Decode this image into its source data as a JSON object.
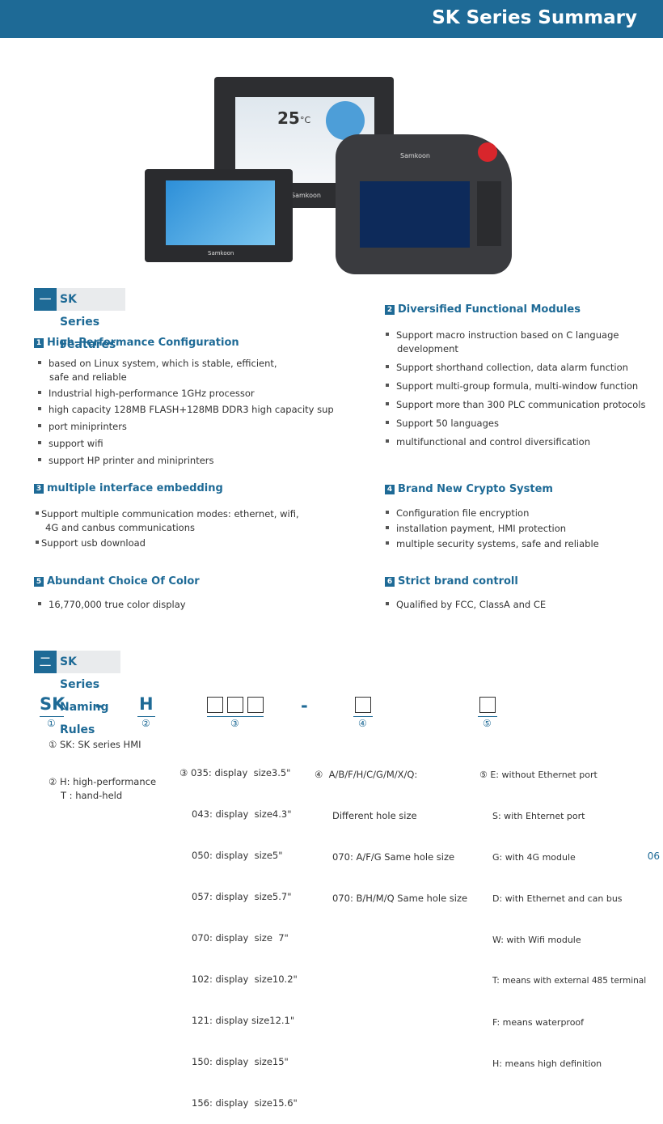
{
  "header": {
    "title": "SK Series Summary"
  },
  "devices": {
    "brand1": "Samkoon",
    "brand2": "Samkoon",
    "brand3": "Samkoon",
    "display_temp": "25"
  },
  "features": {
    "sec_num": "一",
    "sec_title": "SK Series Features",
    "s1": {
      "num": "1",
      "title": "High-Performance Configuration",
      "items": [
        {
          "line1": "based on Linux system, which is stable, efficient,",
          "line2": "safe and reliable"
        },
        {
          "line1": "Industrial high-performance 1GHz processor"
        },
        {
          "line1": "high capacity 128MB FLASH+128MB DDR3   high capacity sup"
        },
        {
          "line1": "port miniprinters"
        },
        {
          "line1": "support wifi"
        },
        {
          "line1": "support HP printer and miniprinters"
        }
      ]
    },
    "s2": {
      "num": "2",
      "title": "Diversified Functional Modules",
      "items": [
        {
          "line1": "Support macro instruction based on C language",
          "line2": "development"
        },
        {
          "line1": "Support shorthand collection, data alarm function"
        },
        {
          "line1": "Support multi-group formula, multi-window function"
        },
        {
          "line1": "Support more than 300 PLC communication protocols"
        },
        {
          "line1": "Support 50 languages"
        },
        {
          "line1": "multifunctional and control diversification"
        }
      ]
    },
    "s3": {
      "num": "3",
      "title": "multiple interface embedding",
      "items": [
        {
          "line1": "Support multiple communication modes: ethernet, wifi,",
          "line2": "4G and canbus communications"
        },
        {
          "line1": "Support usb download"
        }
      ]
    },
    "s4": {
      "num": "4",
      "title": "Brand New Crypto System",
      "items": [
        {
          "line1": "Configuration file encryption"
        },
        {
          "line1": "installation payment, HMI protection"
        },
        {
          "line1": "multiple security systems, safe and reliable"
        }
      ]
    },
    "s5": {
      "num": "5",
      "title": "Abundant Choice Of Color",
      "items": [
        {
          "line1": "16,770,000 true color display"
        }
      ]
    },
    "s6": {
      "num": "6",
      "title": "Strict brand controll",
      "items": [
        {
          "line1": "Qualified by FCC, ClassA and CE"
        }
      ]
    }
  },
  "naming": {
    "sec_num": "二",
    "sec_title": "SK Series Naming Rules",
    "code": {
      "sk": "SK",
      "dash1": "-",
      "h": "H",
      "dash2": "-"
    },
    "circles": {
      "c1": "①",
      "c2": "②",
      "c3": "③",
      "c4": "④",
      "c5": "⑤"
    },
    "col1": {
      "a": "① SK: SK series HMI",
      "b1": "② H: high-performance",
      "b2": "T : hand-held"
    },
    "col3": [
      "③ 035: display  size3.5\"",
      "043: display  size4.3\"",
      "050: display  size5\"",
      "057: display  size5.7\"",
      "070: display  size  7\"",
      "102: display  size10.2\"",
      "121: display size12.1\"",
      "150: display  size15\"",
      "156: display  size15.6\""
    ],
    "col4": [
      "④  A/B/F/H/C/G/M/X/Q:",
      "Different hole size",
      "070: A/F/G Same hole size",
      "070: B/H/M/Q Same hole size"
    ],
    "col5": [
      "⑤ E: without Ethernet port",
      "S: with Ehternet port",
      "G: with 4G module",
      "D: with Ethernet and can bus",
      "W: with Wifi module",
      "T: means with external 485 terminal",
      "F: means waterproof",
      "H: means high definition"
    ]
  },
  "page_number": "06"
}
